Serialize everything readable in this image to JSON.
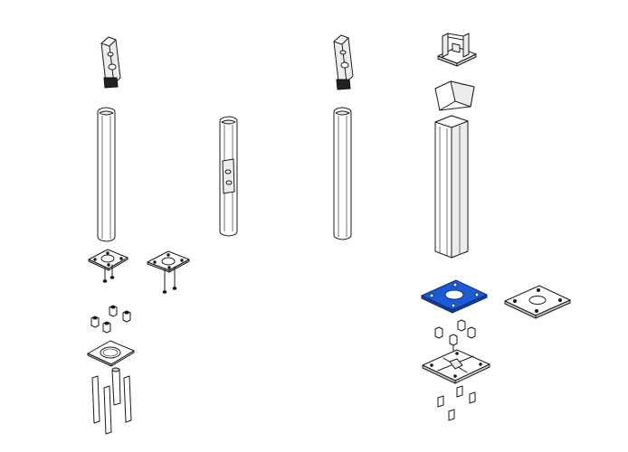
{
  "colors": {
    "background": "#ffffff",
    "outline": "#1a1a1a",
    "highlight": "#1d5bd6"
  },
  "parts": [
    {
      "id": "top-cap-1",
      "icon": "post-top-cap"
    },
    {
      "id": "post-1",
      "icon": "post-profile"
    },
    {
      "id": "base-plate-1",
      "icon": "square-base-plate"
    },
    {
      "id": "base-plate-2",
      "icon": "square-base-plate"
    },
    {
      "id": "post-2",
      "icon": "post-with-slot"
    },
    {
      "id": "top-cap-2",
      "icon": "post-top-cap"
    },
    {
      "id": "post-3",
      "icon": "post-profile"
    },
    {
      "id": "bracket-top",
      "icon": "u-bracket"
    },
    {
      "id": "post-4",
      "icon": "large-post"
    },
    {
      "id": "floor-plate-highlighted",
      "icon": "square-floor-plate",
      "highlighted": true
    },
    {
      "id": "floor-plate-plain",
      "icon": "square-floor-plate"
    },
    {
      "id": "anchor-kit",
      "icon": "anchor-bolts"
    },
    {
      "id": "cross-anchor-plate",
      "icon": "cross-anchor-plate"
    }
  ]
}
